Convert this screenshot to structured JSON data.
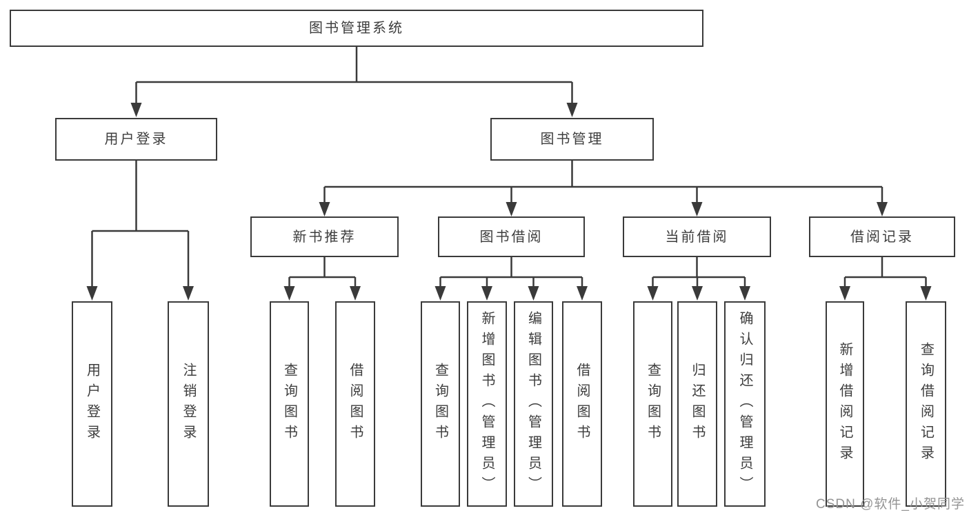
{
  "diagram_title": "图书管理系统",
  "watermark": "CSDN @软件_小贺同学",
  "colors": {
    "line": "#3a3a3a",
    "text": "#3d3d3d",
    "watermark": "#949494",
    "background": "#ffffff"
  },
  "nodes": {
    "root": "图书管理系统",
    "user_login": "用户登录",
    "book_management": "图书管理",
    "new_book_recommend": "新书推荐",
    "book_borrow": "图书借阅",
    "current_borrow": "当前借阅",
    "borrow_records": "借阅记录",
    "leaf_user_login": "用户登录",
    "leaf_logout": "注销登录",
    "leaf_recommend_query_books": "查询图书",
    "leaf_recommend_borrow_books": "借阅图书",
    "leaf_borrow_query_books": "查询图书",
    "leaf_borrow_add_books": "新增图书（管理员）",
    "leaf_borrow_edit_books": "编辑图书（管理员）",
    "leaf_borrow_borrow_books": "借阅图书",
    "leaf_current_query_books": "查询图书",
    "leaf_current_return_books": "归还图书",
    "leaf_current_confirm_return": "确认归还（管理员）",
    "leaf_records_add_record": "新增借阅记录",
    "leaf_records_query_record": "查询借阅记录"
  }
}
